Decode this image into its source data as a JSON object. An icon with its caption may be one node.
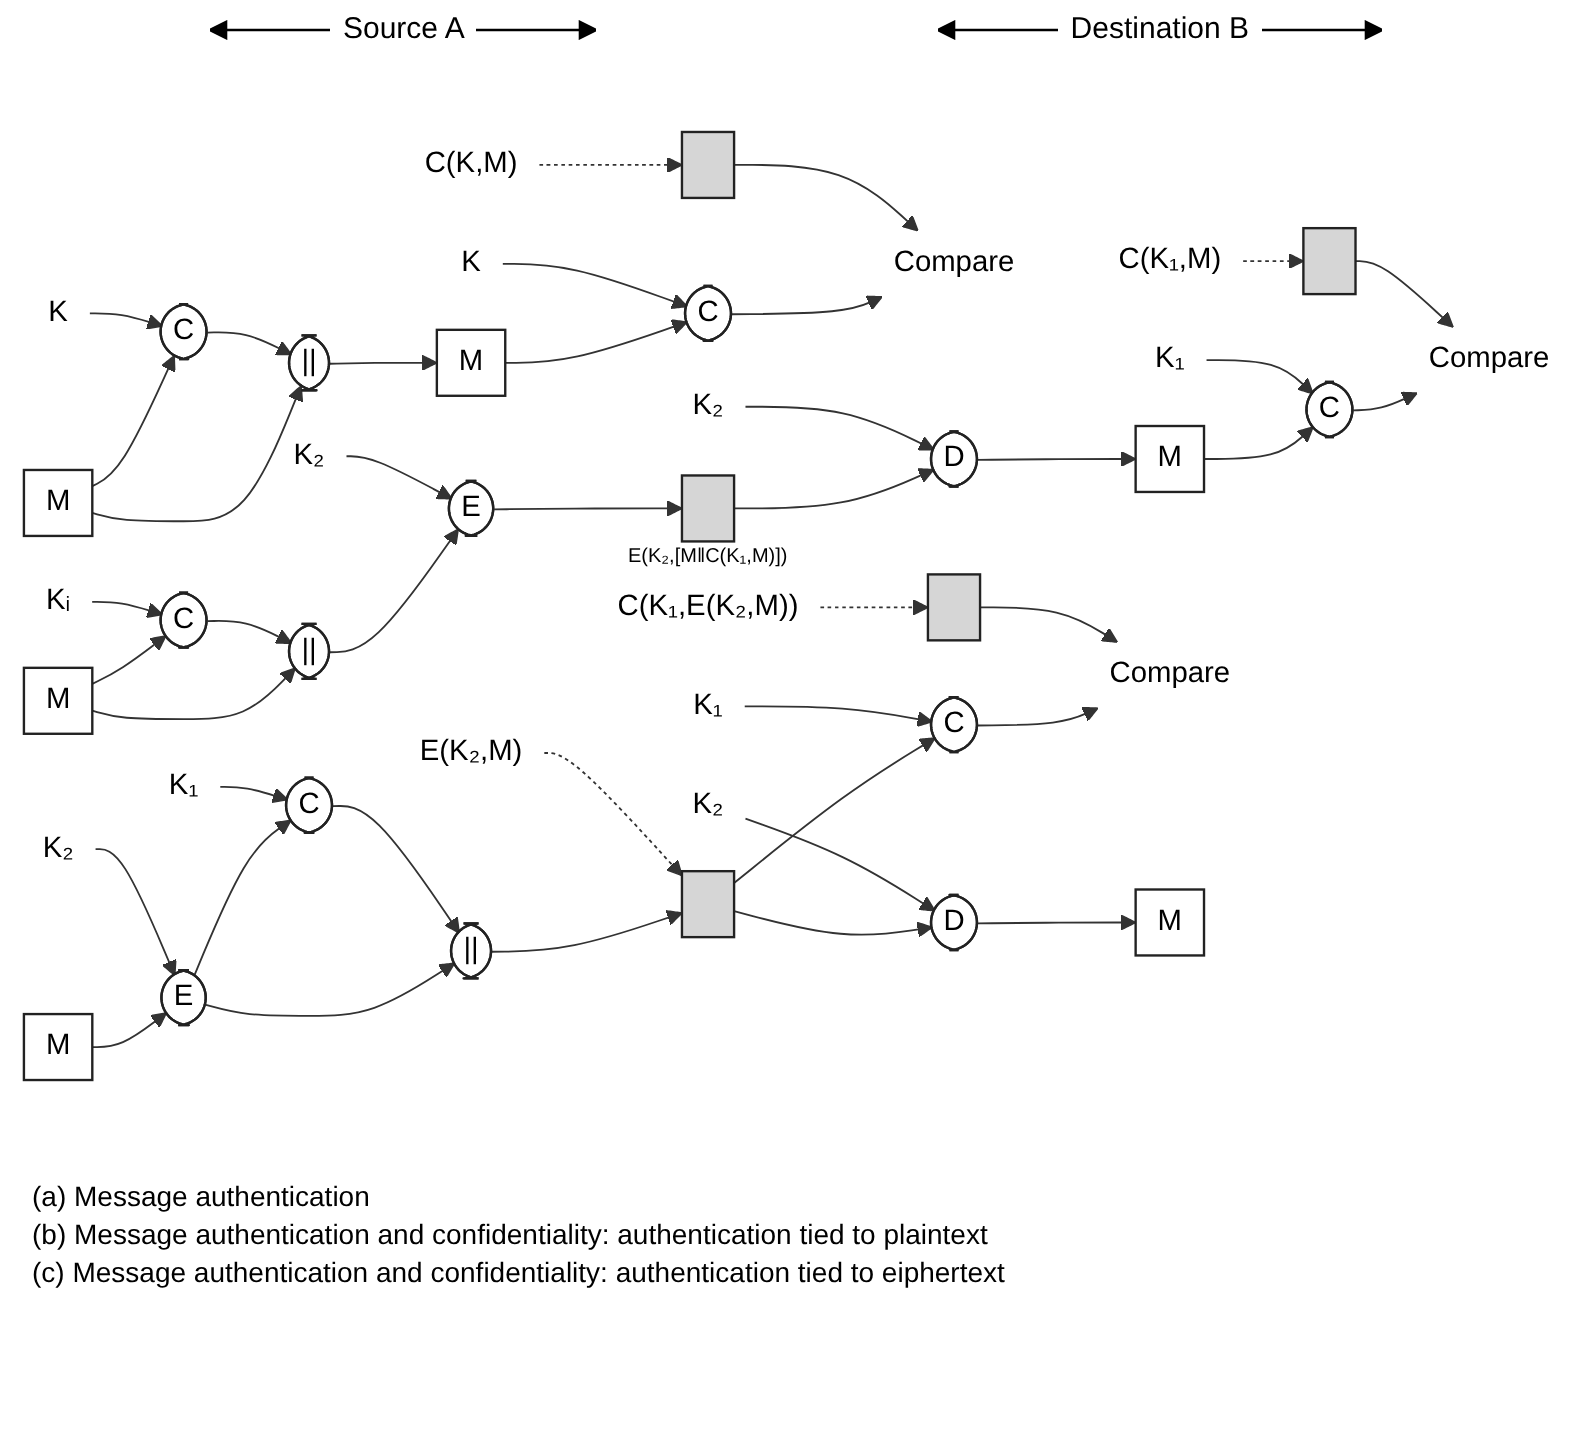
{
  "diagram": {
    "nodes": [
      {
        "text": [
          "M"
        ]
      },
      {
        "text": [
          "K"
        ]
      },
      {
        "text": [
          "C"
        ]
      },
      {
        "text": [
          "||"
        ]
      },
      {
        "text": [
          "M"
        ]
      },
      {
        "text": [],
        "shape": "box"
      },
      {
        "text": [
          "C(K,M)"
        ]
      },
      {
        "text": [
          "C"
        ]
      },
      {
        "text": [
          "K"
        ]
      },
      {
        "text": [
          "Compare"
        ]
      },
      {
        "text": [
          "M"
        ]
      },
      {
        "text": [
          "Kᵢ"
        ]
      },
      {
        "text": [
          "C"
        ]
      },
      {
        "text": [
          "||"
        ]
      },
      {
        "text": [
          "E"
        ]
      },
      {
        "text": [
          "K₂"
        ]
      },
      {
        "text": [],
        "shape": "box",
        "beside": [
          "E(K₂,[M‖C(K₁,M)])"
        ]
      },
      {
        "text": [
          "D"
        ]
      },
      {
        "text": [
          "K₂"
        ]
      },
      {
        "text": [
          "M"
        ]
      },
      {
        "text": [],
        "shape": "box"
      },
      {
        "text": [
          "C(K₁,M)"
        ]
      },
      {
        "text": [
          "C"
        ]
      },
      {
        "text": [
          "K₁"
        ]
      },
      {
        "text": [
          "Compare"
        ]
      },
      {
        "text": [
          "M"
        ]
      },
      {
        "text": [
          "E"
        ]
      },
      {
        "text": [
          "K₂"
        ]
      },
      {
        "text": [
          "C"
        ]
      },
      {
        "text": [
          "K₁"
        ]
      },
      {
        "text": [
          "||"
        ]
      },
      {
        "text": [
          "E(K₂,M)"
        ]
      },
      {
        "text": [],
        "shape": "box"
      },
      {
        "text": [],
        "shape": "box"
      },
      {
        "text": [
          "C(K₁,E(K₂,M))"
        ]
      },
      {
        "text": [
          "C"
        ]
      },
      {
        "text": [
          "K₁"
        ]
      },
      {
        "text": [
          "Compare"
        ]
      },
      {
        "text": [
          "D"
        ]
      },
      {
        "text": [
          "K₂"
        ]
      },
      {
        "text": [
          "M"
        ]
      }
    ],
    "edges": [
      {
        "from": 0,
        "to": 3,
        "arrow": "to"
      },
      {
        "from": 0,
        "to": 2,
        "arrow": "to"
      },
      {
        "from": 1,
        "to": 2,
        "arrow": "to"
      },
      {
        "from": 2,
        "to": 3,
        "arrow": "to"
      },
      {
        "from": 3,
        "to": 4,
        "arrow": "to"
      },
      {
        "from": 6,
        "to": 5,
        "arrow": "to",
        "style": "dashed"
      },
      {
        "from": 4,
        "to": 7,
        "arrow": "to"
      },
      {
        "from": 8,
        "to": 7,
        "arrow": "to"
      },
      {
        "from": 7,
        "to": 9,
        "arrow": "to"
      },
      {
        "from": 5,
        "to": 9,
        "arrow": "to"
      },
      {
        "from": 10,
        "to": 13,
        "arrow": "to"
      },
      {
        "from": 10,
        "to": 12,
        "arrow": "to"
      },
      {
        "from": 11,
        "to": 12,
        "arrow": "to"
      },
      {
        "from": 12,
        "to": 13,
        "arrow": "to"
      },
      {
        "from": 13,
        "to": 14,
        "arrow": "to"
      },
      {
        "from": 15,
        "to": 14,
        "arrow": "to"
      },
      {
        "from": 14,
        "to": 16,
        "arrow": "to"
      },
      {
        "from": 16,
        "to": 17,
        "arrow": "to"
      },
      {
        "from": 18,
        "to": 17,
        "arrow": "to"
      },
      {
        "from": 17,
        "to": 19,
        "arrow": "to"
      },
      {
        "from": 21,
        "to": 20,
        "arrow": "to",
        "style": "dashed"
      },
      {
        "from": 19,
        "to": 22,
        "arrow": "to"
      },
      {
        "from": 23,
        "to": 22,
        "arrow": "to"
      },
      {
        "from": 22,
        "to": 24,
        "arrow": "to"
      },
      {
        "from": 20,
        "to": 24,
        "arrow": "to"
      },
      {
        "from": 25,
        "to": 26,
        "arrow": "to"
      },
      {
        "from": 27,
        "to": 26,
        "arrow": "to"
      },
      {
        "from": 26,
        "to": 30,
        "arrow": "to"
      },
      {
        "from": 26,
        "to": 28,
        "arrow": "to"
      },
      {
        "from": 29,
        "to": 28,
        "arrow": "to"
      },
      {
        "from": 28,
        "to": 30,
        "arrow": "to"
      },
      {
        "from": 30,
        "to": 32,
        "arrow": "to"
      },
      {
        "from": 31,
        "to": 32,
        "arrow": "to",
        "style": "dashed"
      },
      {
        "from": 34,
        "to": 33,
        "arrow": "to",
        "style": "dashed"
      },
      {
        "from": 32,
        "to": 38,
        "arrow": "to"
      },
      {
        "from": 32,
        "to": 35,
        "arrow": "to"
      },
      {
        "from": 36,
        "to": 35,
        "arrow": "to"
      },
      {
        "from": 35,
        "to": 37,
        "arrow": "to"
      },
      {
        "from": 33,
        "to": 37,
        "arrow": "to"
      },
      {
        "from": 39,
        "to": 38,
        "arrow": "to"
      },
      {
        "from": 38,
        "to": 40,
        "arrow": "to"
      }
    ],
    "labels": [
      "Source A",
      "Destination B",
      "(a) Message authentication",
      "(b) Message authentication and confidentiality: authentication tied to plaintext",
      "(c) Message authentication and confidentiality: authentication tied to eiphertext"
    ]
  }
}
